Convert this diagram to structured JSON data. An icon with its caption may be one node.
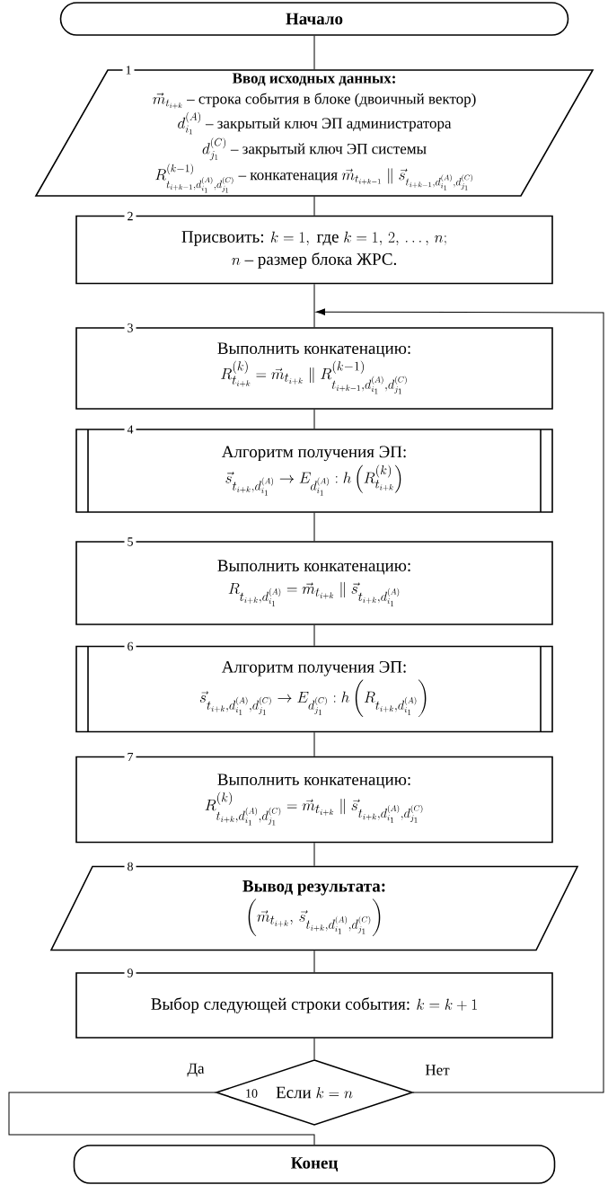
{
  "diagram": {
    "nodes": [
      {
        "text": [
          "Начало"
        ]
      },
      {
        "text": [
          "1",
          "Ввод исходных данных:",
          "\\vec{m}_{t_{i+k}}\\ \\text{– строка события в блоке (двоичный вектор)}",
          "d_{i_1}^{(A)}\\ \\text{– закрытый ключ ЭП администратора}",
          "d_{j_1}^{(C)}\\ \\text{– закрытый ключ ЭП системы}",
          "R_{t_{i+k-1},d_{i_1}^{(A)},d_{j_1}^{(C)}}^{(k-1)}\\ \\text{– конкатенация } \\vec{m}_{t_{i+k-1}} \\parallel \\vec{s}_{t_{i+k-1},d_{i_1}^{(A)},d_{j_1}^{(C)}}"
        ]
      },
      {
        "text": [
          "2",
          "\\text{Присвоить: } k = 1,\\ \\text{где } k = 1,\\, 2,\\, \\ldots,\\, n;",
          "n\\ \\text{– размер блока ЖРС.}"
        ]
      },
      {
        "text": [
          "3",
          "Выполнить конкатенацию:",
          "R_{t_{i+k}}^{(k)} = \\vec{m}_{t_{i+k}} \\parallel R_{t_{i+k-1},d_{i_1}^{(A)},d_{j_1}^{(C)}}^{(k-1)}"
        ]
      },
      {
        "text": [
          "4",
          "Алгоритм получения ЭП:",
          "\\vec{s}_{t_{i+k},d_{i_1}^{(A)}} \\to E_{d_{i_1}^{(A)}} : h\\left(R_{t_{i+k}}^{(k)}\\right)"
        ]
      },
      {
        "text": [
          "5",
          "Выполнить конкатенацию:",
          "R_{t_{i+k},d_{i_1}^{(A)}} = \\vec{m}_{t_{i+k}} \\parallel \\vec{s}_{t_{i+k},d_{i_1}^{(A)}}"
        ]
      },
      {
        "text": [
          "6",
          "Алгоритм получения ЭП:",
          "\\vec{s}_{t_{i+k},d_{i_1}^{(A)},d_{j_1}^{(C)}} \\to E_{d_{j_1}^{(C)}} : h\\left(R_{t_{i+k},d_{i_1}^{(A)}}\\right)"
        ]
      },
      {
        "text": [
          "7",
          "Выполнить конкатенацию:",
          "R_{t_{i+k},d_{i_1}^{(A)},d_{j_1}^{(C)}}^{(k)} = \\vec{m}_{t_{i+k}} \\parallel \\vec{s}_{t_{i+k},d_{i_1}^{(A)},d_{j_1}^{(C)}}"
        ]
      },
      {
        "text": [
          "8",
          "Вывод результата:",
          "\\left(\\vec{m}_{t_{i+k}},\\, \\vec{s}_{t_{i+k},d_{i_1}^{(A)},d_{j_1}^{(C)}}\\right)"
        ]
      },
      {
        "text": [
          "9",
          "\\text{Выбор следующей строки события: } k = k+1"
        ]
      },
      {
        "text": [
          "10",
          "\\text{Если } k = n"
        ]
      },
      {
        "text": [
          "Конец"
        ]
      }
    ],
    "edges": [
      {
        "from": 0,
        "to": 1,
        "arrow": "none"
      },
      {
        "from": 1,
        "to": 2,
        "arrow": "none"
      },
      {
        "from": 2,
        "to": 3,
        "arrow": "none"
      },
      {
        "from": 3,
        "to": 4,
        "arrow": "none"
      },
      {
        "from": 4,
        "to": 5,
        "arrow": "none"
      },
      {
        "from": 5,
        "to": 6,
        "arrow": "none"
      },
      {
        "from": 6,
        "to": 7,
        "arrow": "none"
      },
      {
        "from": 7,
        "to": 8,
        "arrow": "none"
      },
      {
        "from": 8,
        "to": 9,
        "arrow": "none"
      },
      {
        "from": 9,
        "to": 10,
        "arrow": "none"
      },
      {
        "from": 10,
        "to": 11,
        "arrow": "none",
        "label": "Да"
      },
      {
        "from": 10,
        "to": 3,
        "arrow": "to",
        "label": "Нет"
      }
    ]
  }
}
